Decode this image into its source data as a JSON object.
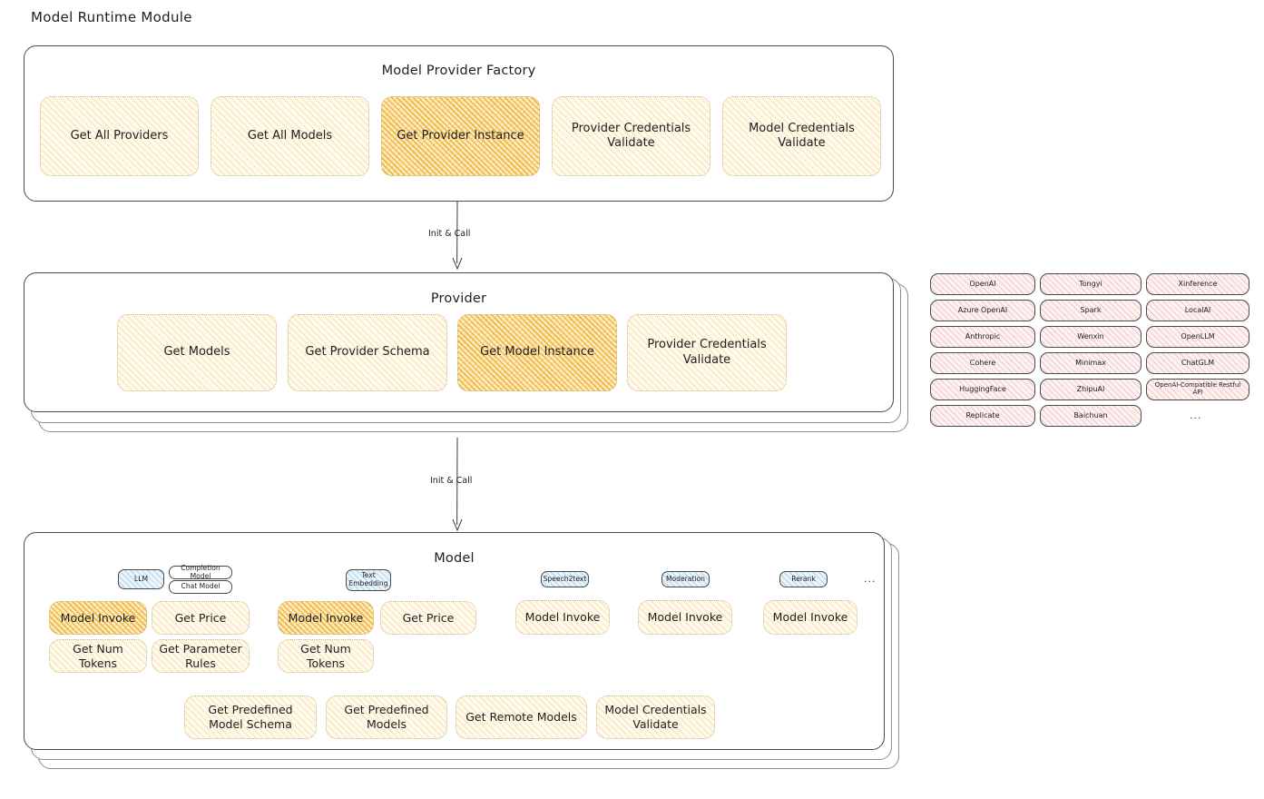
{
  "page": {
    "title": "Model Runtime Module"
  },
  "connectors": [
    {
      "label": "Init & Call"
    },
    {
      "label": "Init & Call"
    }
  ],
  "factory": {
    "title": "Model Provider Factory",
    "boxes": [
      {
        "label": "Get All Providers",
        "highlight": false
      },
      {
        "label": "Get All Models",
        "highlight": false
      },
      {
        "label": "Get Provider Instance",
        "highlight": true
      },
      {
        "label": "Provider Credentials Validate",
        "highlight": false
      },
      {
        "label": "Model Credentials Validate",
        "highlight": false
      }
    ]
  },
  "provider": {
    "title": "Provider",
    "boxes": [
      {
        "label": "Get Models",
        "highlight": false
      },
      {
        "label": "Get Provider Schema",
        "highlight": false
      },
      {
        "label": "Get Model Instance",
        "highlight": true
      },
      {
        "label": "Provider Credentials Validate",
        "highlight": false
      }
    ]
  },
  "provider_list": {
    "ellipsis": "...",
    "columns": [
      [
        "OpenAI",
        "Azure OpenAI",
        "Anthropic",
        "Cohere",
        "HuggingFace",
        "Replicate"
      ],
      [
        "Tongyi",
        "Spark",
        "Wenxin",
        "Minimax",
        "ZhipuAI",
        "Baichuan"
      ],
      [
        "Xinference",
        "LocalAI",
        "OpenLLM",
        "ChatGLM",
        "OpenAI-Compatible Restful API"
      ]
    ]
  },
  "model": {
    "title": "Model",
    "ellipsis": "...",
    "types": [
      {
        "badge": "LLM",
        "sub_badges": [
          "Completion Model",
          "Chat Model"
        ],
        "boxes": [
          {
            "label": "Model Invoke",
            "highlight": true
          },
          {
            "label": "Get Price",
            "highlight": false
          },
          {
            "label": "Get Num Tokens",
            "highlight": false
          },
          {
            "label": "Get Parameter Rules",
            "highlight": false
          }
        ]
      },
      {
        "badge": "Text Embedding",
        "sub_badges": [],
        "boxes": [
          {
            "label": "Model Invoke",
            "highlight": true
          },
          {
            "label": "Get Price",
            "highlight": false
          },
          {
            "label": "Get Num Tokens",
            "highlight": false
          }
        ]
      },
      {
        "badge": "Speech2text",
        "sub_badges": [],
        "boxes": [
          {
            "label": "Model Invoke",
            "highlight": false
          }
        ]
      },
      {
        "badge": "Moderation",
        "sub_badges": [],
        "boxes": [
          {
            "label": "Model Invoke",
            "highlight": false
          }
        ]
      },
      {
        "badge": "Rerank",
        "sub_badges": [],
        "boxes": [
          {
            "label": "Model Invoke",
            "highlight": false
          }
        ]
      }
    ],
    "shared_boxes": [
      {
        "label": "Get Predefined Model Schema"
      },
      {
        "label": "Get Predefined Models"
      },
      {
        "label": "Get Remote Models"
      },
      {
        "label": "Model Credentials Validate"
      }
    ]
  },
  "colors": {
    "highlight_fill": "#f2c14e",
    "normal_fill": "#fffaf0",
    "provider_chip": "#fdf2f2",
    "badge_blue": "#eaf4fb",
    "stroke": "#4a4a4a"
  }
}
